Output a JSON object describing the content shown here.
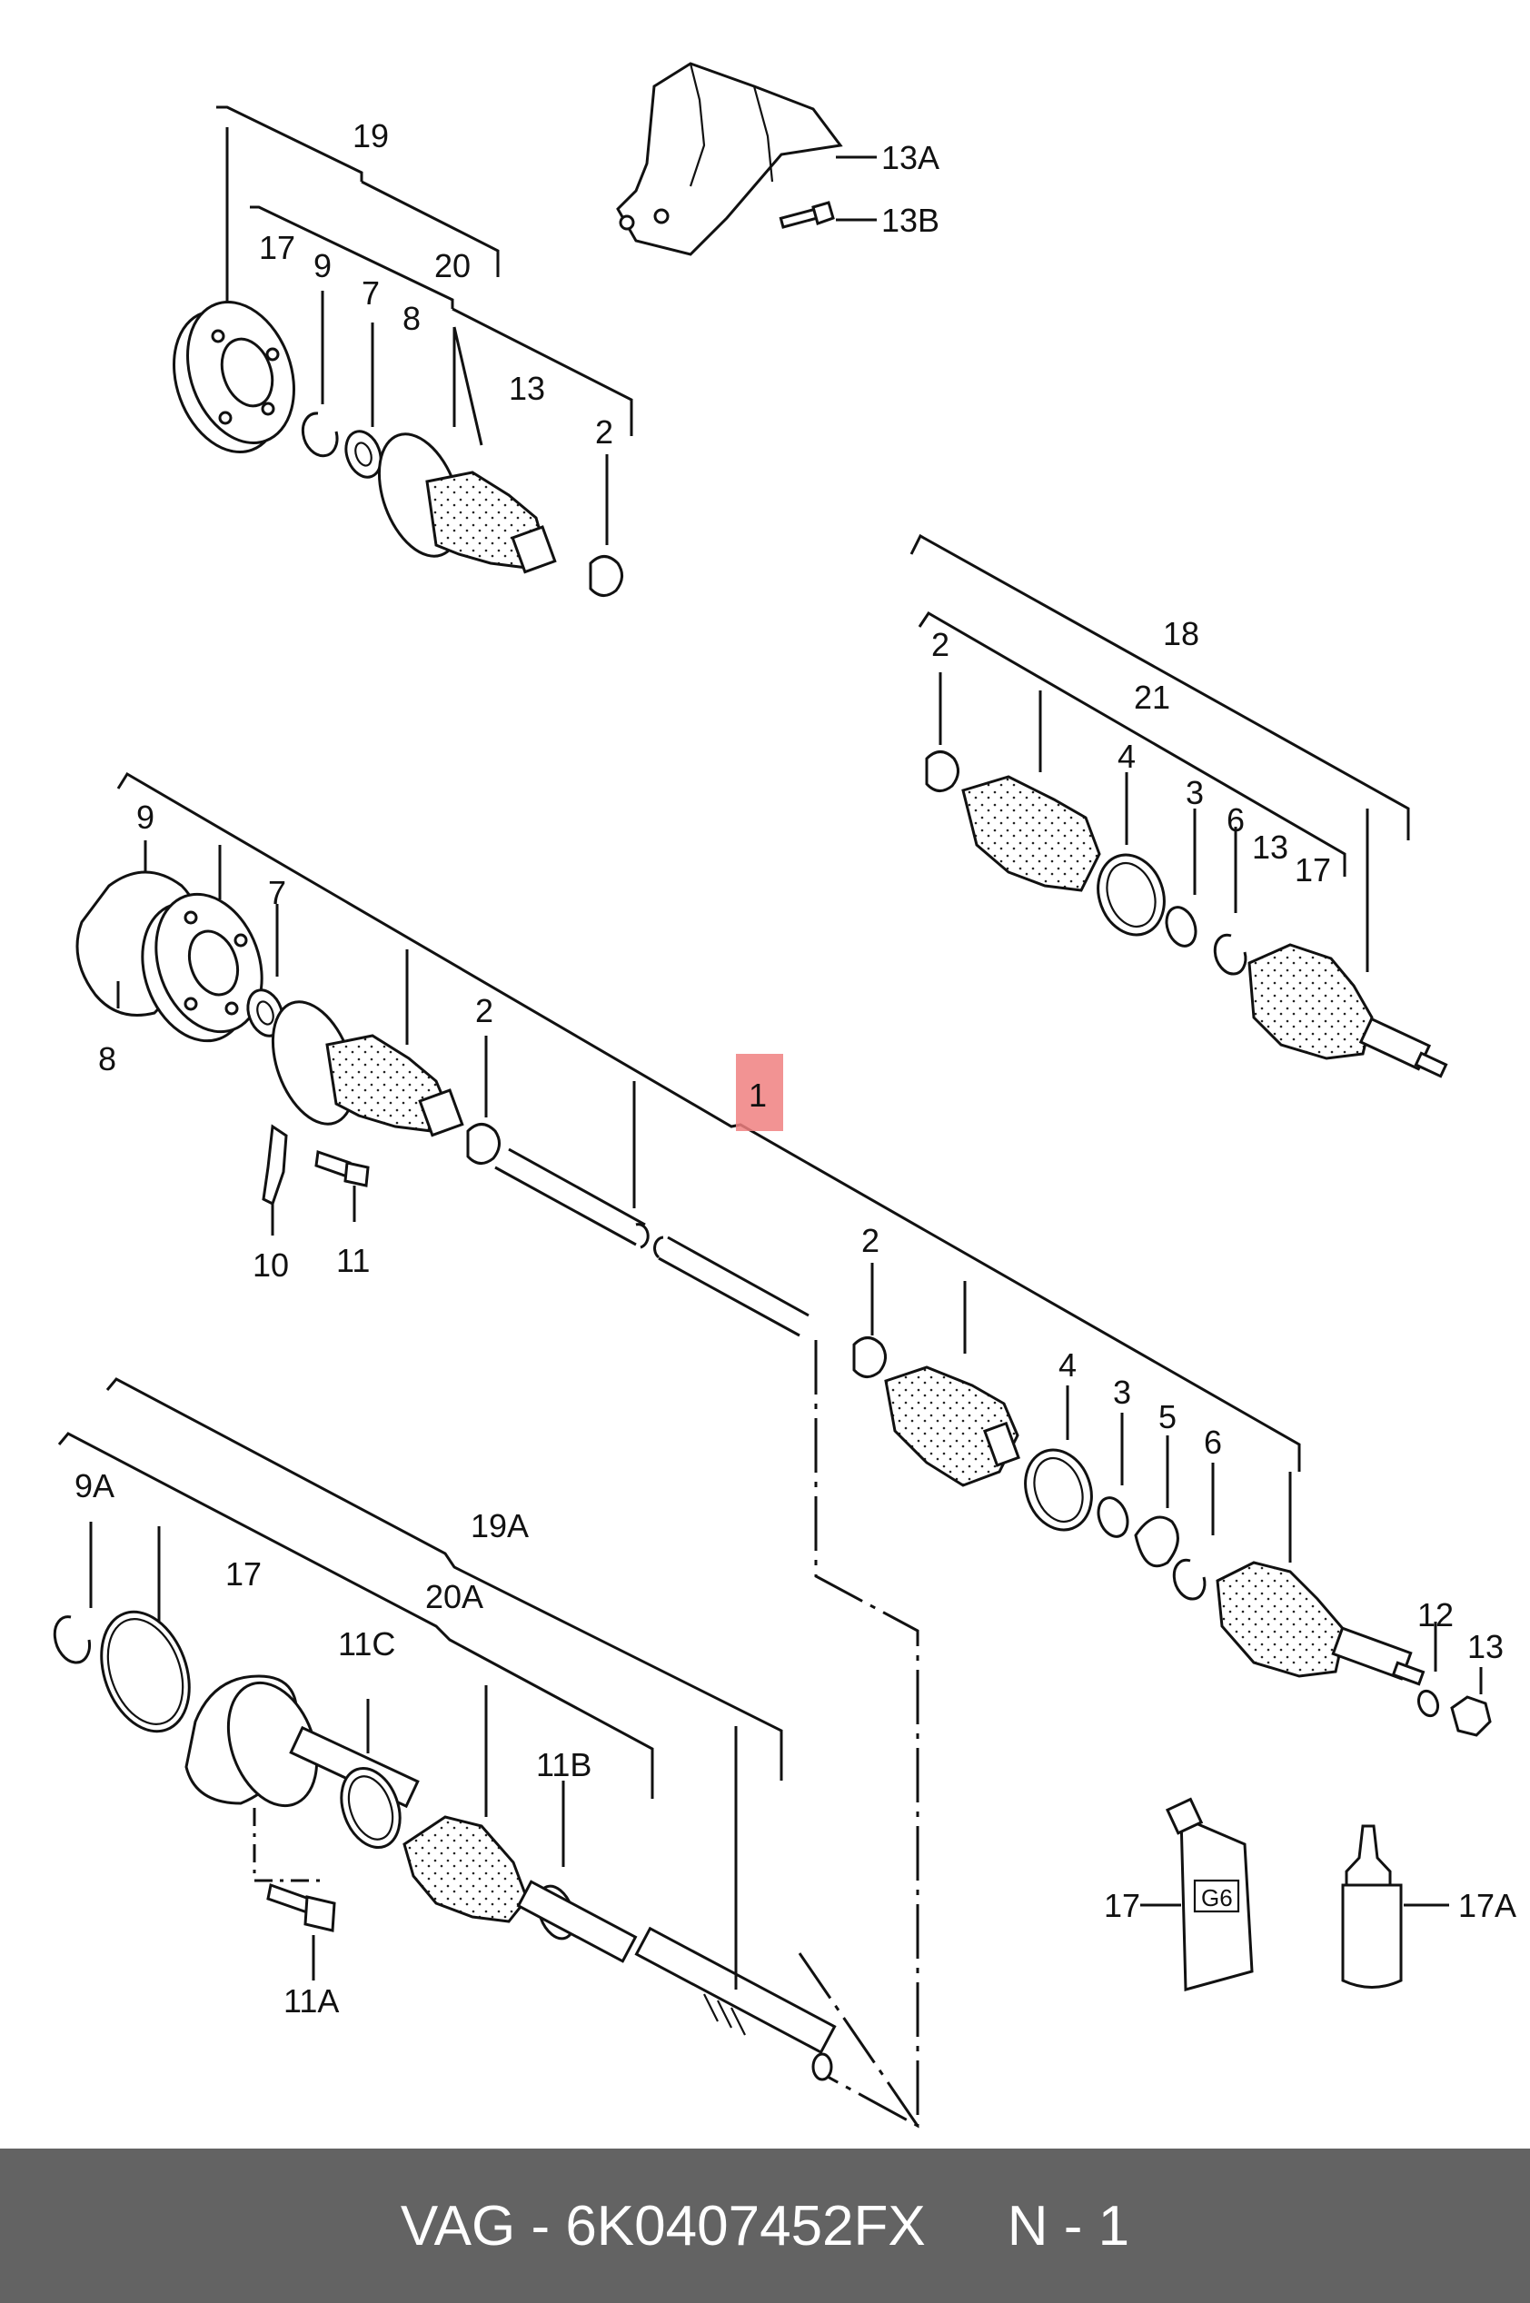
{
  "labels": {
    "l19": "19",
    "l20": "20",
    "l17a": "17",
    "l9a": "9",
    "l7a": "7",
    "l8a": "8",
    "l13a": "13",
    "l2a": "2",
    "l13A": "13A",
    "l13B": "13B",
    "l18": "18",
    "l21": "21",
    "l2b": "2",
    "l4b": "4",
    "l3b": "3",
    "l6b": "6",
    "l13b": "13",
    "l17b": "17",
    "l9b": "9",
    "l7b": "7",
    "l8b": "8",
    "l2c": "2",
    "l1": "1",
    "l10": "10",
    "l11": "11",
    "l2d": "2",
    "l4d": "4",
    "l3d": "3",
    "l5d": "5",
    "l6d": "6",
    "l12": "12",
    "l13d": "13",
    "l9A": "9A",
    "l17c": "17",
    "l19A": "19A",
    "l20A": "20A",
    "l11C": "11C",
    "l11B": "11B",
    "l11A": "11A",
    "l17e": "17",
    "l17A": "17A",
    "tube_text": "G6"
  },
  "highlight_color": "#f08080",
  "footer": {
    "brand": "VAG",
    "dash": "-",
    "part_number": "6K0407452FX",
    "position_label": "N - 1"
  }
}
